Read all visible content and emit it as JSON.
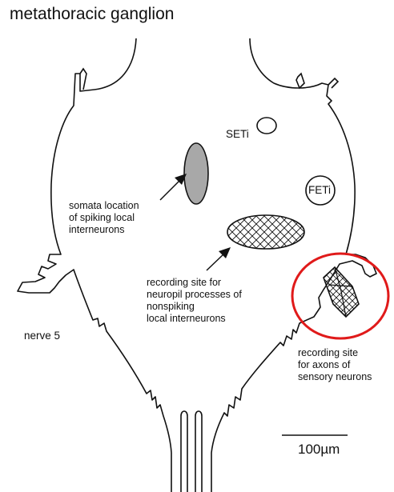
{
  "title": "metathoracic ganglion",
  "cells": {
    "seti": "SETi",
    "feti": "FETi"
  },
  "labels": {
    "somata": [
      "somata location",
      "of spiking local",
      "interneurons"
    ],
    "neuropil": [
      "recording site for",
      "neuropil processes of",
      "nonspiking",
      "local interneurons"
    ],
    "nerve": "nerve 5",
    "sensory": [
      "recording site",
      "for axons of",
      "sensory neurons"
    ]
  },
  "scale_bar": "100µm",
  "colors": {
    "outline": "#111111",
    "soma_fill": "#a8a8a8",
    "highlight": "#e01a1a"
  }
}
